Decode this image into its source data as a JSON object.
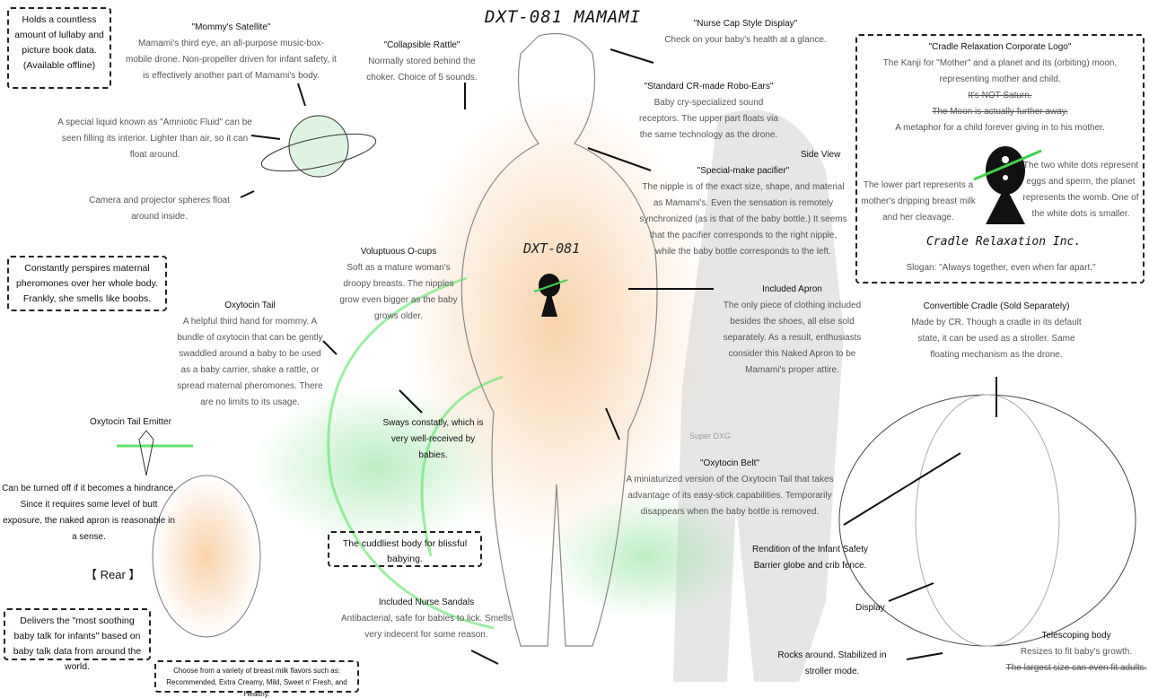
{
  "title": "DXT-081 MAMAMI",
  "chest_label": "DXT-081",
  "boxes": {
    "lullaby": "Holds a countless amount of lullaby and picture book data. (Available offline)",
    "pheromones": "Constantly perspires maternal pheromones over her whole body. Frankly, she smells like boobs.",
    "cuddliest": "The cuddliest body for blissful babying.",
    "baby_talk": "Delivers the \"most soothing baby talk for infants\" based on baby talk data from around the world.",
    "flavors_1": "Choose from a variety of breast milk flavors such as:",
    "flavors_2": "Recommended, Extra Creamy, Mild, Sweet n' Fresh, and Healthy."
  },
  "satellite": {
    "heading": "\"Mommy's Satellite\"",
    "body": "Mamami's third eye, an all-purpose music-box-mobile drone. Non-propeller driven for infant safety, it is effectively another part of Mamami's body."
  },
  "fluid": "A special liquid known as \"Amniotic Fluid\" can be seen filling its interior. Lighter than air, so it can float around.",
  "spheres": "Camera and projector spheres float around inside.",
  "rattle": {
    "heading": "\"Collapsible Rattle\"",
    "body": "Normally stored behind the choker. Choice of 5 sounds."
  },
  "nurse_cap": {
    "heading": "\"Nurse Cap Style Display\"",
    "body": "Check on your baby's health at a glance."
  },
  "robo_ears": {
    "heading": "\"Standard CR-made Robo-Ears\"",
    "body": "Baby cry-specialized sound receptors. The upper part floats via the same technology as the drone."
  },
  "pacifier": {
    "heading": "\"Special-make pacifier\"",
    "side_view": "Side View",
    "body": "The nipple is of the exact size, shape, and material as Mamami's. Even the sensation is remotely synchronized (as is that of the baby bottle.) It seems that the pacifier corresponds to the right nipple, while the baby bottle corresponds to the left."
  },
  "logo_box": {
    "heading": "\"Cradle Relaxation Corporate Logo\"",
    "line1": "The Kanji for \"Mother\" and a planet and its (orbiting) moon, representing mother and child.",
    "struck1": "It's NOT Saturn.",
    "struck2": "The Moon is actually further away.",
    "line2": "A metaphor for a child forever giving in to his mother.",
    "left": "The lower part represents a mother's dripping breast milk and her cleavage.",
    "right": "The two white dots represent eggs and sperm, the planet represents the womb. One of the white dots is smaller.",
    "company": "Cradle Relaxation Inc.",
    "slogan": "Slogan: \"Always together, even when far apart.\""
  },
  "o_cups": {
    "heading": "Voluptuous O-cups",
    "body": "Soft as a mature woman's droopy breasts. The nipples grow even bigger as the baby grows older."
  },
  "apron": {
    "heading": "Included Apron",
    "body": "The only piece of clothing included besides the shoes, all else sold separately. As a result, enthusiasts consider this Naked Apron to be Mamami's proper attire."
  },
  "tail": {
    "heading": "Oxytocin Tail",
    "body": "A helpful third hand for mommy. A bundle of oxytocin that can be gently swaddled around a baby to be used as a baby carrier, shake a rattle, or spread maternal pheromones. There are no limits to its usage."
  },
  "emitter": {
    "heading": "Oxytocin Tail Emitter",
    "body": "Can be turned off if it becomes a hindrance. Since it requires some level of butt exposure, the naked apron is reasonable in a sense."
  },
  "rear": "【 Rear 】",
  "sways": "Sways constatly, which is very well-received by babies.",
  "belt": {
    "heading": "\"Oxytocin Belt\"",
    "body": "A miniaturized version of the Oxytocin Tail that takes advantage of its easy-stick capabilities. Temporarily disappears when the baby bottle is removed."
  },
  "sandals": {
    "heading": "Included Nurse Sandals",
    "body": "Antibacterial, safe for babies to lick. Smells very indecent for some reason."
  },
  "cradle": {
    "heading": "Convertible Cradle (Sold Separately)",
    "body": "Made by CR. Though a cradle in its default state, it can be used as a stroller. Same floating mechanism as the drone."
  },
  "barrier": "Rendition of the Infant Safety Barrier globe and crib fence.",
  "display": "Display",
  "rocks": "Rocks around. Stabilized in stroller mode.",
  "telescoping": {
    "heading": "Telescoping body",
    "body": "Resizes to fit baby's growth.",
    "struck": "The largest size can even fit adults."
  },
  "signature": "Super DXG",
  "colors": {
    "accent": "#3fd24a",
    "skin": "#f7c896"
  }
}
